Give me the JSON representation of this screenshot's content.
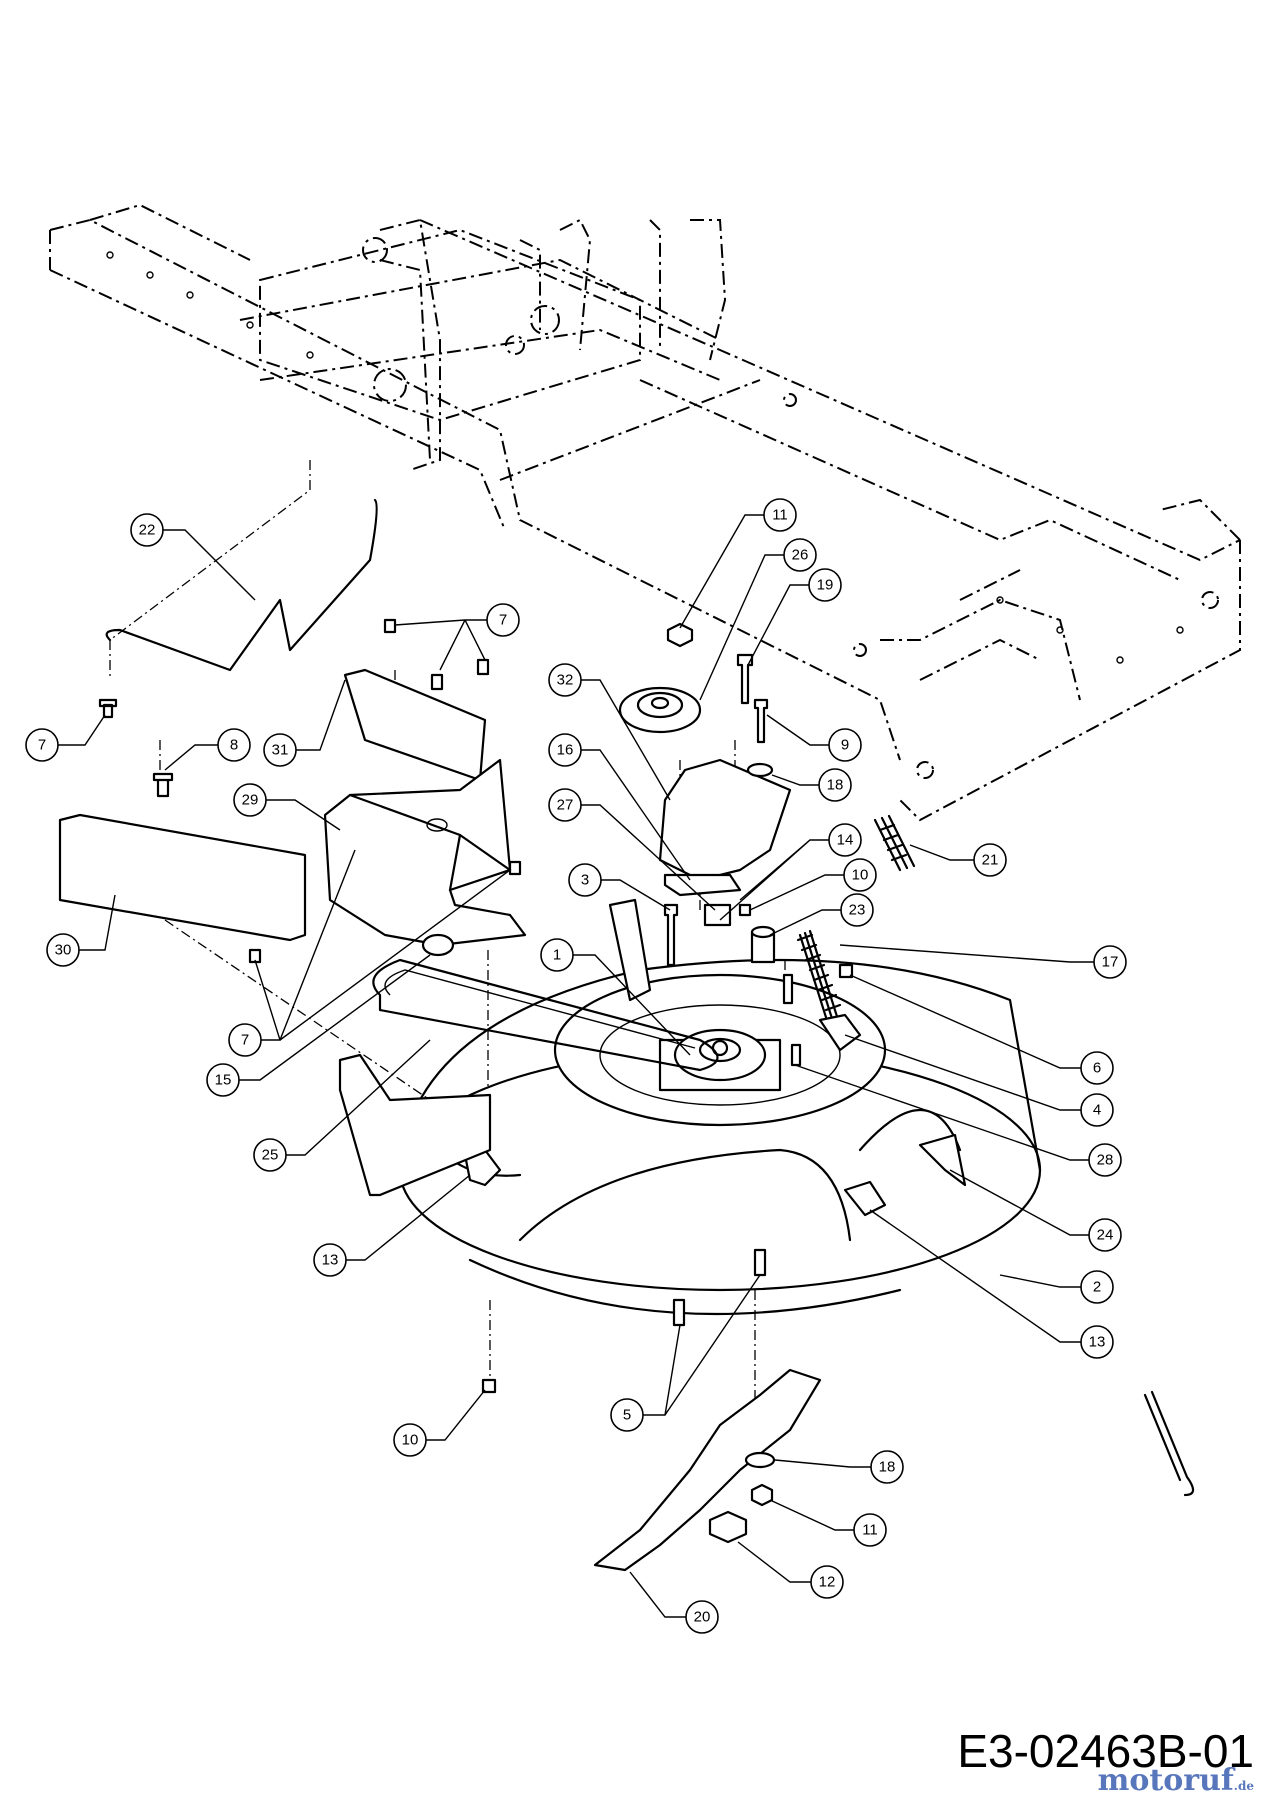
{
  "drawing_code": "E3-02463B-01",
  "watermark": {
    "brand": "motoruf",
    "tld": ".de"
  },
  "callouts": [
    {
      "id": "c22",
      "label": "22"
    },
    {
      "id": "c7a",
      "label": "7"
    },
    {
      "id": "c7b",
      "label": "7"
    },
    {
      "id": "c8",
      "label": "8"
    },
    {
      "id": "c31",
      "label": "31"
    },
    {
      "id": "c29",
      "label": "29"
    },
    {
      "id": "c30",
      "label": "30"
    },
    {
      "id": "c7c",
      "label": "7"
    },
    {
      "id": "c15",
      "label": "15"
    },
    {
      "id": "c25",
      "label": "25"
    },
    {
      "id": "c13a",
      "label": "13"
    },
    {
      "id": "c10a",
      "label": "10"
    },
    {
      "id": "c11a",
      "label": "11"
    },
    {
      "id": "c26",
      "label": "26"
    },
    {
      "id": "c19",
      "label": "19"
    },
    {
      "id": "c32",
      "label": "32"
    },
    {
      "id": "c9",
      "label": "9"
    },
    {
      "id": "c16",
      "label": "16"
    },
    {
      "id": "c18a",
      "label": "18"
    },
    {
      "id": "c27",
      "label": "27"
    },
    {
      "id": "c14",
      "label": "14"
    },
    {
      "id": "c21",
      "label": "21"
    },
    {
      "id": "c3",
      "label": "3"
    },
    {
      "id": "c10b",
      "label": "10"
    },
    {
      "id": "c23",
      "label": "23"
    },
    {
      "id": "c1",
      "label": "1"
    },
    {
      "id": "c17",
      "label": "17"
    },
    {
      "id": "c6",
      "label": "6"
    },
    {
      "id": "c4",
      "label": "4"
    },
    {
      "id": "c28",
      "label": "28"
    },
    {
      "id": "c24",
      "label": "24"
    },
    {
      "id": "c2",
      "label": "2"
    },
    {
      "id": "c13b",
      "label": "13"
    },
    {
      "id": "c5",
      "label": "5"
    },
    {
      "id": "c18b",
      "label": "18"
    },
    {
      "id": "c11b",
      "label": "11"
    },
    {
      "id": "c12",
      "label": "12"
    },
    {
      "id": "c20",
      "label": "20"
    }
  ]
}
